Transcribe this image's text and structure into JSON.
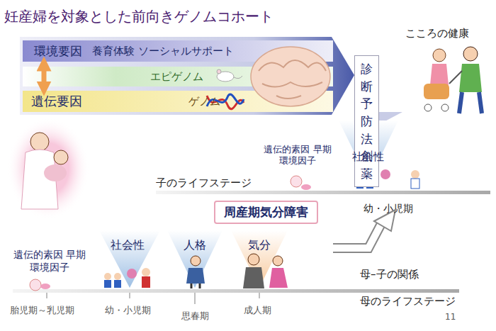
{
  "diagram": {
    "title": "妊産婦を対象とした前向きゲノムコホート",
    "nodes": [
      {
        "text": [
          "環境要因",
          "養育体験 ソーシャルサポート"
        ]
      },
      {
        "text": [
          "エピゲノム"
        ]
      },
      {
        "text": [
          "遺伝要因",
          "ゲノム"
        ]
      },
      {
        "text": [
          "診断 予防法 創薬"
        ]
      },
      {
        "text": [
          "周産期気分障害"
        ]
      }
    ],
    "edges": [
      {
        "from": 0,
        "to": 2,
        "arrow": "both"
      }
    ],
    "labels": [
      "こころの健康",
      "遺伝的素因 早期環境因子",
      "社会性",
      "子のライフステージ",
      "幼・小児期",
      "遺伝的素因 早期環境因子",
      "社会性",
      "人格",
      "気分",
      "胎児期～乳児期",
      "幼・小児期",
      "思春期",
      "成人期",
      "母–子の関係",
      "母のライフステージ",
      "11"
    ]
  }
}
